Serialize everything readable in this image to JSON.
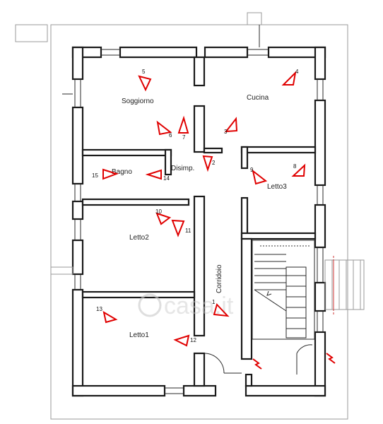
{
  "rooms": {
    "soggiorno": "Soggiorno",
    "cucina": "Cucina",
    "bagno": "Bagno",
    "disimp": "Disimp.",
    "letto3": "Letto3",
    "letto2": "Letto2",
    "corridoio": "Corridoio",
    "letto1": "Letto1"
  },
  "markers": [
    "1",
    "2",
    "3",
    "4",
    "5",
    "6",
    "7",
    "8",
    "9",
    "10",
    "11",
    "12",
    "13",
    "14",
    "15"
  ],
  "watermark": "casa.it",
  "colors": {
    "wall": "#1a1a1a",
    "marker": "#e00000",
    "background": "#ffffff"
  }
}
